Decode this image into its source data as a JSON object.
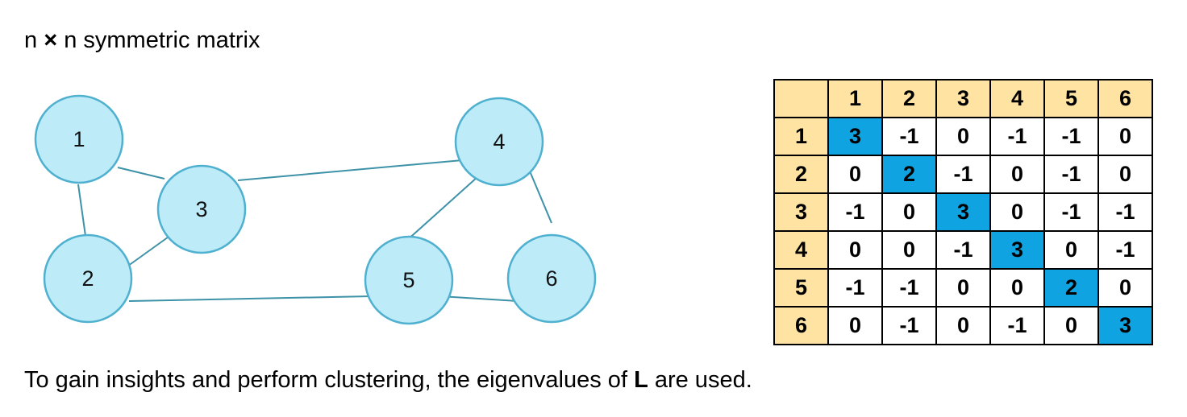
{
  "title": {
    "prefix": "n",
    "times": "×",
    "suffix": "n symmetric matrix"
  },
  "graph": {
    "nodes": [
      {
        "id": "1",
        "label": "1"
      },
      {
        "id": "2",
        "label": "2"
      },
      {
        "id": "3",
        "label": "3"
      },
      {
        "id": "4",
        "label": "4"
      },
      {
        "id": "5",
        "label": "5"
      },
      {
        "id": "6",
        "label": "6"
      }
    ],
    "edges": [
      [
        "1",
        "3"
      ],
      [
        "1",
        "2"
      ],
      [
        "2",
        "3"
      ],
      [
        "3",
        "4"
      ],
      [
        "2",
        "5"
      ],
      [
        "4",
        "5"
      ],
      [
        "4",
        "6"
      ],
      [
        "5",
        "6"
      ]
    ],
    "node_fill_color": "#BDEBF8",
    "node_stroke_color": "#4FB0CF",
    "edge_color": "#3E92A8"
  },
  "matrix": {
    "col_headers": [
      "1",
      "2",
      "3",
      "4",
      "5",
      "6"
    ],
    "rows": [
      {
        "header": "1",
        "cells": [
          "3",
          "-1",
          "0",
          "-1",
          "-1",
          "0"
        ]
      },
      {
        "header": "2",
        "cells": [
          "0",
          "2",
          "-1",
          "0",
          "-1",
          "0"
        ]
      },
      {
        "header": "3",
        "cells": [
          "-1",
          "0",
          "3",
          "0",
          "-1",
          "-1"
        ]
      },
      {
        "header": "4",
        "cells": [
          "0",
          "0",
          "-1",
          "3",
          "0",
          "-1"
        ]
      },
      {
        "header": "5",
        "cells": [
          "-1",
          "-1",
          "0",
          "0",
          "2",
          "0"
        ]
      },
      {
        "header": "6",
        "cells": [
          "0",
          "-1",
          "0",
          "-1",
          "0",
          "3"
        ]
      }
    ],
    "header_color": "#FFE3A3",
    "diagonal_color": "#0FA4E1"
  },
  "caption": {
    "before": "To gain insights and perform clustering, the eigenvalues of ",
    "bold": "L",
    "after": " are used."
  }
}
